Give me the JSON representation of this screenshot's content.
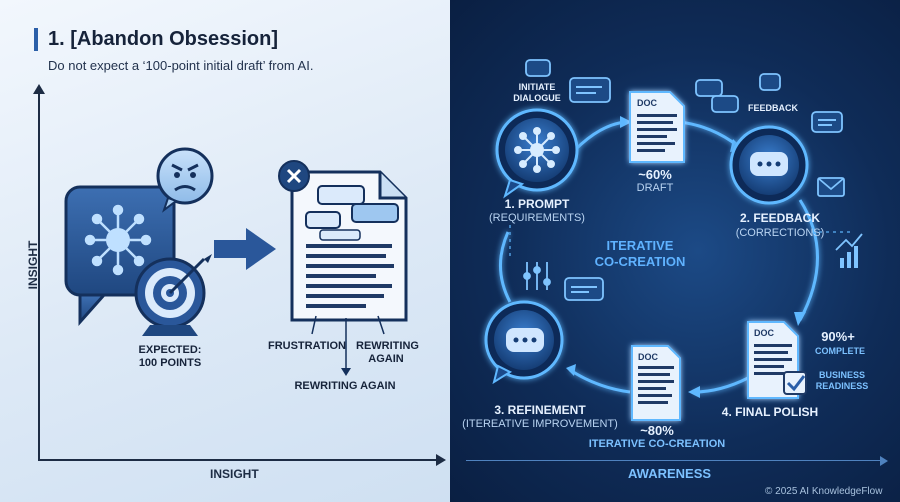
{
  "left": {
    "title": "1. [Abandon Obsession]",
    "subtitle": "Do not expect a ‘100-point initial draft’ from AI.",
    "y_axis_label": "INSIGHT",
    "x_axis_label": "INSIGHT",
    "expected_label": "EXPECTED:",
    "expected_value": "100 POINTS",
    "frustration_label": "FRUSTRATION",
    "rewriting_again_1": "REWRITING",
    "rewriting_again_2": "AGAIN",
    "rewriting_bottom": "REWRITING AGAIN"
  },
  "right": {
    "initiate_1": "INITIATE",
    "initiate_2": "DIALOGUE",
    "feedback_top": "FEEDBACK",
    "doc_tag": "DOC",
    "draft_pct": "~60%",
    "draft_label": "DRAFT",
    "step1_title": "1. PROMPT",
    "step1_sub": "(REQUIREMENTS)",
    "step2_title": "2. FEEDBACK",
    "step2_sub": "(CORRECTIONS)",
    "step3_title": "3. REFINEMENT",
    "step3_sub": "(ITEREATIVE IMPROVEMENT)",
    "step4_title": "4. FINAL POLISH",
    "center_1": "ITERATIVE",
    "center_2": "CO-CREATION",
    "pct_80": "~80%",
    "iterative_label": "ITERATIVE CO-CREATION",
    "pct_90": "90%+",
    "complete_label": "COMPLETE",
    "business_1": "BUSINESS",
    "business_2": "READINESS",
    "x_axis_label": "AWARENESS",
    "copyright": "© 2025 AI KnowledgeFlow"
  },
  "colors": {
    "left_bg": "#e3edf8",
    "right_bg": "#0f2c58",
    "accent_blue": "#4da3ff",
    "dark_text": "#16233a"
  }
}
